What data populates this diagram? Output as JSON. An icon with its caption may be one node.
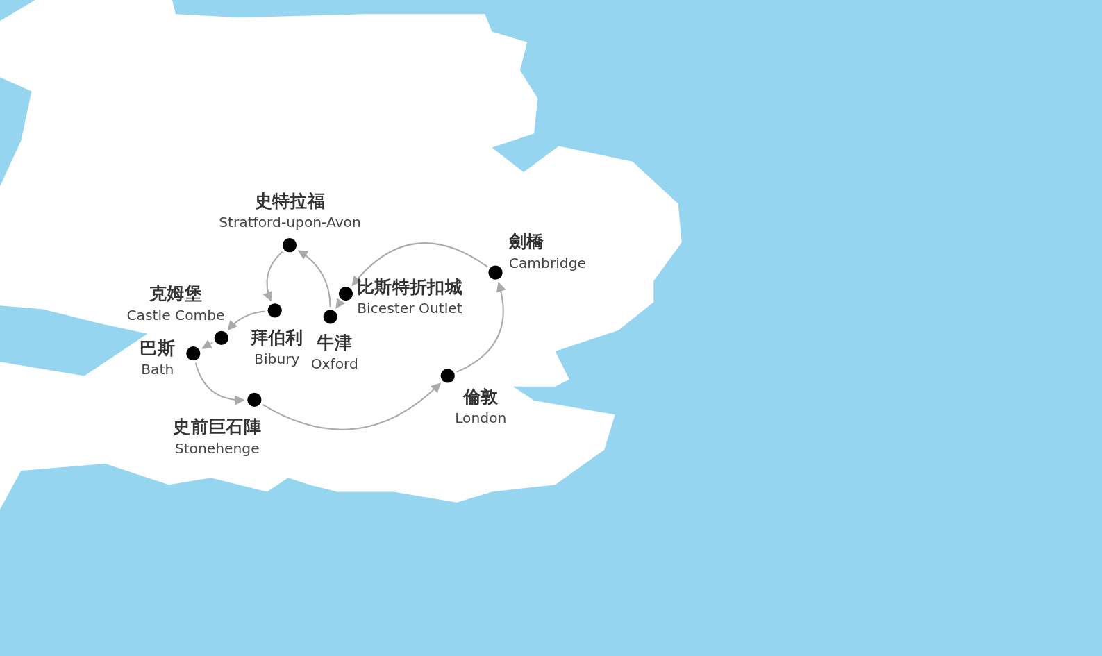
{
  "diagram": {
    "nodes": [
      {
        "text": [
          "史特拉福",
          "Stratford-upon-Avon"
        ]
      },
      {
        "text": [
          "劍橋",
          "Cambridge"
        ]
      },
      {
        "text": [
          "比斯特折扣城",
          "Bicester Outlet"
        ]
      },
      {
        "text": [
          "克姆堡",
          "Castle Combe"
        ]
      },
      {
        "text": [
          "拜伯利",
          "Bibury"
        ]
      },
      {
        "text": [
          "牛津",
          "Oxford"
        ]
      },
      {
        "text": [
          "巴斯",
          "Bath"
        ]
      },
      {
        "text": [
          "史前巨石陣",
          "Stonehenge"
        ]
      },
      {
        "text": [
          "倫敦",
          "London"
        ]
      }
    ],
    "edges": [
      {
        "from": 8,
        "to": 1,
        "arrow": "to"
      },
      {
        "from": 1,
        "to": 2,
        "arrow": "to"
      },
      {
        "from": 2,
        "to": 5,
        "arrow": "to"
      },
      {
        "from": 5,
        "to": 0,
        "arrow": "to"
      },
      {
        "from": 0,
        "to": 4,
        "arrow": "to"
      },
      {
        "from": 4,
        "to": 3,
        "arrow": "to"
      },
      {
        "from": 3,
        "to": 6,
        "arrow": "to"
      },
      {
        "from": 6,
        "to": 7,
        "arrow": "to"
      },
      {
        "from": 7,
        "to": 8,
        "arrow": "to"
      }
    ]
  }
}
